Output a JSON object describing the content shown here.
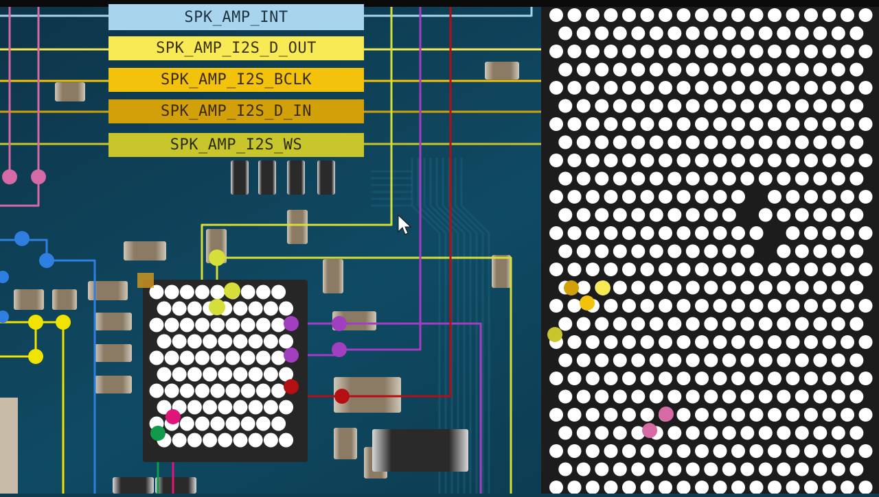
{
  "labels": {
    "spk_amp_int": "SPK_AMP_INT",
    "spk_amp_i2s_d_out": "SPK_AMP_I2S_D_OUT",
    "spk_amp_i2s_bclk": "SPK_AMP_I2S_BCLK",
    "spk_amp_i2s_d_in": "SPK_AMP_I2S_D_IN",
    "spk_amp_i2s_ws": "SPK_AMP_I2S_WS"
  },
  "colors": {
    "board": "#0d3b50",
    "spk_amp_int": "#a8d4ee",
    "spk_amp_i2s_d_out": "#f7ea55",
    "spk_amp_i2s_bclk": "#f3c20c",
    "spk_amp_i2s_d_in": "#d2a10a",
    "spk_amp_i2s_ws": "#c8c62c",
    "trace_yellow_green": "#d6df3a",
    "trace_purple": "#a23ec0",
    "trace_red": "#b40f12",
    "trace_pink": "#d56aa6",
    "trace_blue": "#2f7fe0",
    "trace_yellow": "#f1e300",
    "trace_green": "#119a4a",
    "trace_magenta": "#e0157a"
  },
  "icons": [
    "mouse-cursor-icon"
  ]
}
